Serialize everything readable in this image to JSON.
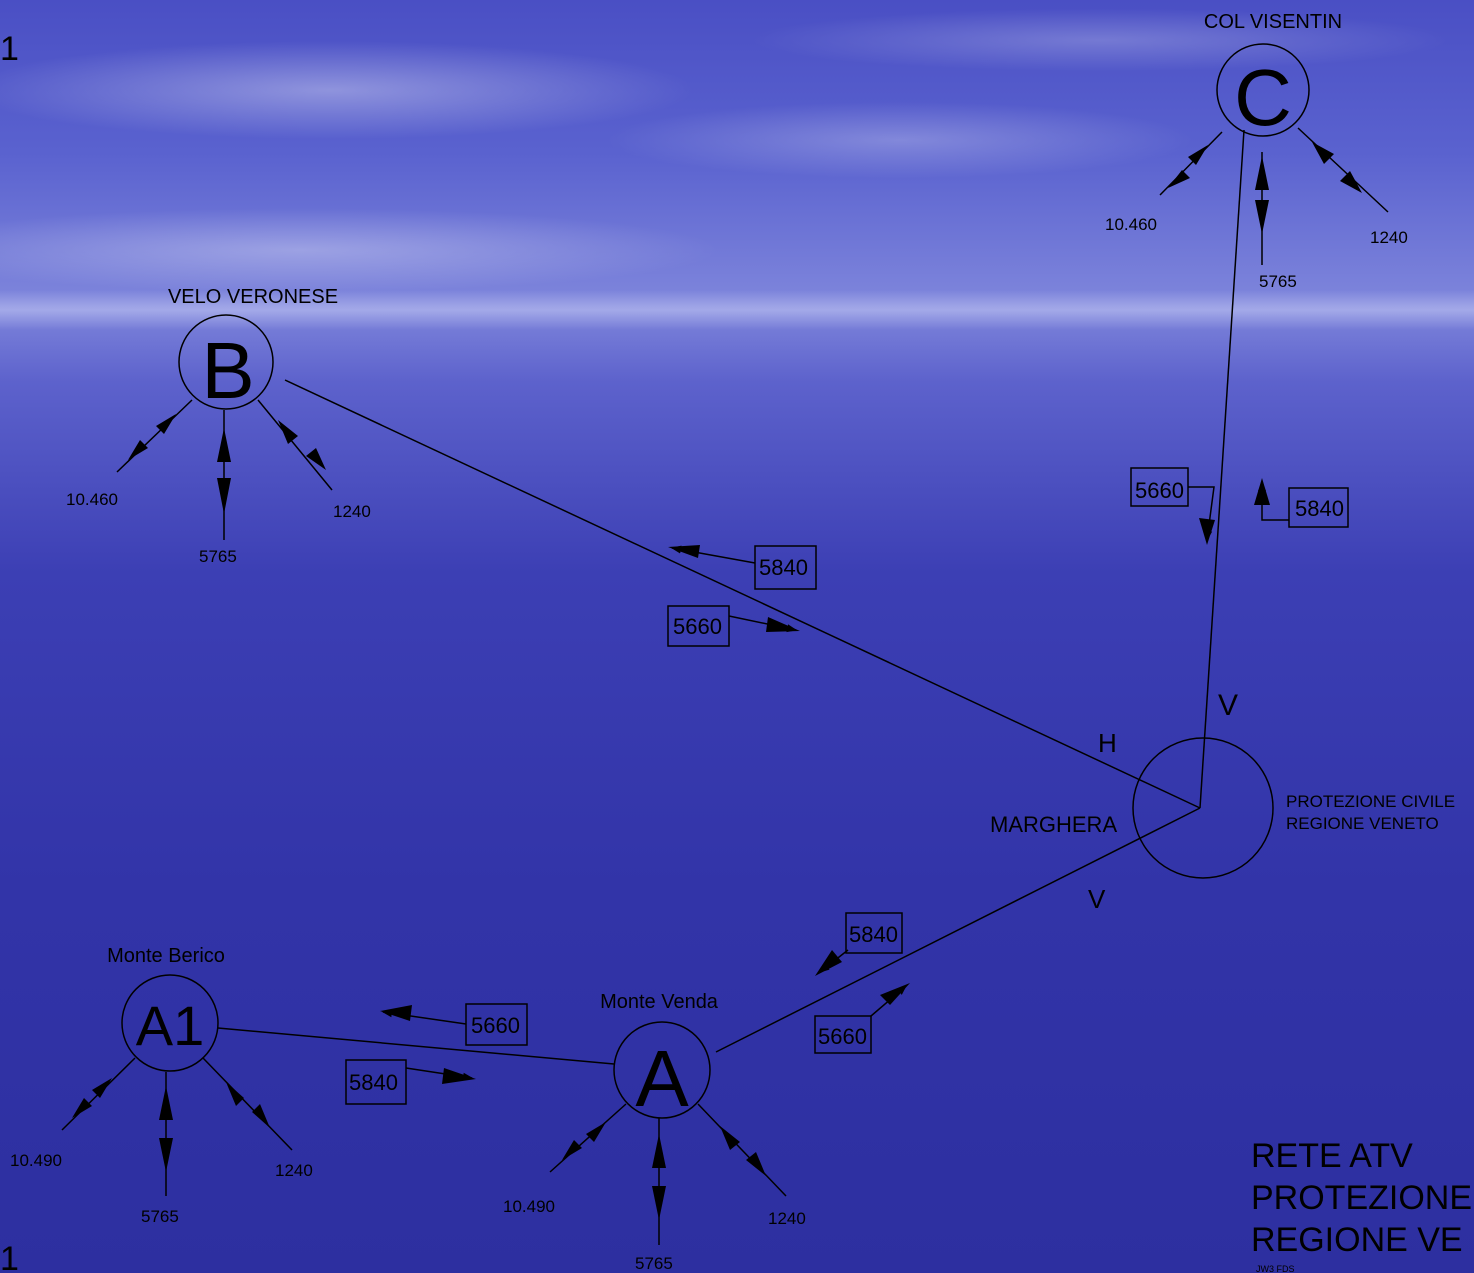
{
  "nodes": {
    "C": {
      "letter": "C",
      "name": "COL VISENTIN",
      "freq_left": "10.460",
      "freq_mid": "5765",
      "freq_right": "1240"
    },
    "B": {
      "letter": "B",
      "name": "VELO VERONESE",
      "freq_left": "10.460",
      "freq_mid": "5765",
      "freq_right": "1240"
    },
    "A1": {
      "letter": "A1",
      "name": "Monte Berico",
      "freq_left": "10.490",
      "freq_mid": "5765",
      "freq_right": "1240"
    },
    "A": {
      "letter": "A",
      "name": "Monte Venda",
      "freq_left": "10.490",
      "freq_mid": "5765",
      "freq_right": "1240"
    },
    "M": {
      "name": "MARGHERA",
      "side_line1": "PROTEZIONE CIVILE",
      "side_line2": "REGIONE VENETO"
    }
  },
  "polarization": {
    "c_link": "V",
    "b_link": "H",
    "a_link": "V"
  },
  "links": {
    "c_down": "5660",
    "c_up": "5840",
    "b_up": "5840",
    "b_down": "5660",
    "a_up": "5840",
    "a_down": "5660",
    "a1_left": "5660",
    "a1_right": "5840"
  },
  "edge_marks": {
    "top_left": "1",
    "bottom_left": "1"
  },
  "title": {
    "line1": "RETE ATV",
    "line2": "PROTEZIONE",
    "line3": "REGIONE VE",
    "footer": "JW3 FDS"
  }
}
